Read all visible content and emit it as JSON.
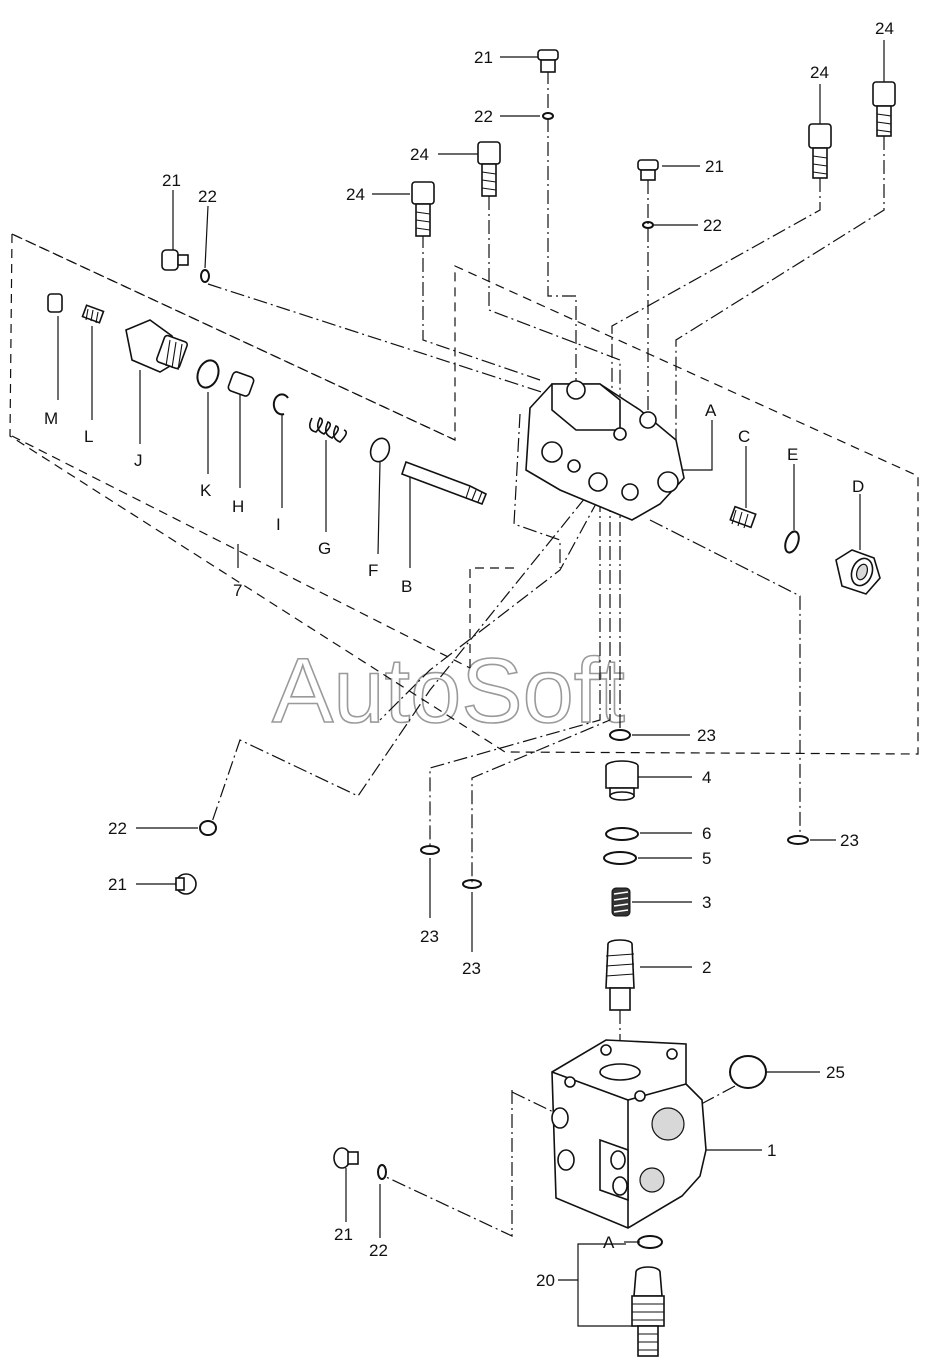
{
  "watermark": "AutoSoft",
  "labels": {
    "top_21": "21",
    "top_22": "22",
    "top_24_a": "24",
    "top_24_b": "24",
    "top_24_c": "24",
    "top_24_d": "24",
    "mid_21": "21",
    "mid_22": "22",
    "left_21": "21",
    "left_22": "22",
    "M": "M",
    "L": "L",
    "J": "J",
    "K": "K",
    "H": "H",
    "I": "I",
    "G": "G",
    "F": "F",
    "B": "B",
    "seven": "7",
    "A_top": "A",
    "C": "C",
    "E": "E",
    "D": "D",
    "p23_a": "23",
    "p4": "4",
    "p6": "6",
    "p5": "5",
    "p3": "3",
    "p2": "2",
    "p23_right": "23",
    "p23_left_a": "23",
    "p23_left_b": "23",
    "p22_lower": "22",
    "p21_lower": "21",
    "p25": "25",
    "p1": "1",
    "p21_bottom": "21",
    "p22_bottom": "22",
    "A_bottom": "A",
    "p20": "20"
  }
}
